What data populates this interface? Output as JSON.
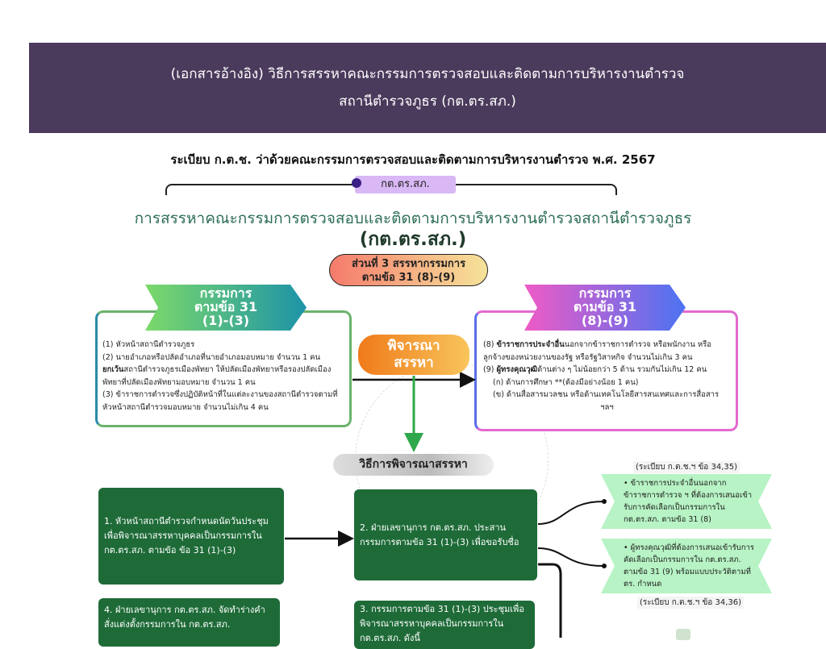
{
  "header": {
    "line1": "(เอกสารอ้างอิง)  วิธีการสรรหาคณะกรรมการตรวจสอบและติดตามการบริหารงานตำรวจ",
    "line2": "สถานีตำรวจภูธร (กต.ตร.สภ.)"
  },
  "regulation": "ระเบียบ ก.ต.ช. ว่าด้วยคณะกรรมการตรวจสอบและติดตามการบริหารงานตำรวจ พ.ศ. 2567",
  "pill": "กต.ตร.สภ.",
  "title": "การสรรหาคณะกรรมการตรวจสอบและติดตามการบริหารงานตำรวจสถานีตำรวจภูธร",
  "title_abbr": "(กต.ตร.สภ.)",
  "section": {
    "line1": "ส่วนที่ 3 สรรหากรรมการ",
    "line2": "ตามข้อ 31 (8)-(9)"
  },
  "left": {
    "flag": [
      "กรรมการ",
      "ตามข้อ 31",
      "(1)-(3)"
    ],
    "items": [
      "(1) หัวหน้าสถานีตำรวจภูธร",
      "(2) นายอำเภอหรือปลัดอำเภอที่นายอำเภอมอบหมาย จำนวน 1 คน",
      "ยกเว้น",
      "สถานีตำรวจภูธรเมืองพัทยา ให้ปลัดเมืองพัทยาหรือรองปลัดเมืองพัทยาที่ปลัดเมืองพัทยามอบหมาย จำนวน 1 คน",
      "(3) ข้าราชการตำรวจซึ่งปฏิบัติหน้าที่ในแต่ละงานของสถานีตำรวจตามที่หัวหน้าสถานีตำรวจมอบหมาย จำนวนไม่เกิน 4 คน"
    ]
  },
  "right": {
    "flag": [
      "กรรมการ",
      "ตามข้อ 31",
      "(8)-(9)"
    ],
    "items": [
      "(8) ",
      "ข้าราชการประจำอื่น",
      "นอกจากข้าราชการตำรวจ หรือพนักงาน หรือลูกจ้างของหน่วยงานของรัฐ หรือรัฐวิสาหกิจ จำนวนไม่เกิน 3 คน",
      "(9) ",
      "ผู้ทรงคุณวุฒิ",
      "ด้านต่าง ๆ ไม่น้อยกว่า 5 ด้าน รวมกันไม่เกิน 12 คน",
      "(ก) ด้านการศึกษา **(ต้องมีอย่างน้อย 1 คน)",
      "(ข) ด้านสื่อสารมวลชน หรือด้านเทคโนโลยีสารสนเทศและการสื่อสาร",
      "ฯลฯ"
    ]
  },
  "consider": [
    "พิจารณา",
    "สรรหา"
  ],
  "method": "วิธีการพิจารณาสรรหา",
  "steps": [
    "1. หัวหน้าสถานีตำรวจกำหนดนัดวันประชุมเพื่อพิจารณาสรรหาบุคคลเป็นกรรมการใน กต.ตร.สภ. ตามข้อ ข้อ 31 (1)-(3)",
    "2. ฝ่ายเลขานุการ กต.ตร.สภ. ประสานกรรมการตามข้อ 31 (1)-(3) เพื่อขอรับชื่อ",
    "3. กรรมการตามข้อ 31 (1)-(3) ประชุมเพื่อพิจารณาสรรหาบุคคลเป็นกรรมการใน กต.ตร.สภ. ดังนี้",
    "4. ฝ่ายเลขานุการ กต.ตร.สภ. จัดทำร่างคำสั่งแต่งตั้งกรรมการใน กต.ตร.สภ."
  ],
  "callouts": [
    "ข้าราชการประจำอื่นนอกจากข้าราชการตำรวจ ฯ ที่ต้องการเสนอเข้ารับการคัดเลือกเป็นกรรมการใน กต.ตร.สภ. ตามข้อ 31 (8)",
    "ผู้ทรงคุณวุฒิที่ต้องการเสนอเข้ารับการคัดเลือกเป็นกรรมการใน กต.ตร.สภ. ตามข้อ 31 (9) พร้อมแบบประวัติตามที่ ตร. กำหนด"
  ],
  "notes": [
    "(ระเบียบ ก.ต.ช.ฯ ข้อ 34,35)",
    "(ระเบียบ ก.ต.ช.ฯ ข้อ 34,36)"
  ]
}
